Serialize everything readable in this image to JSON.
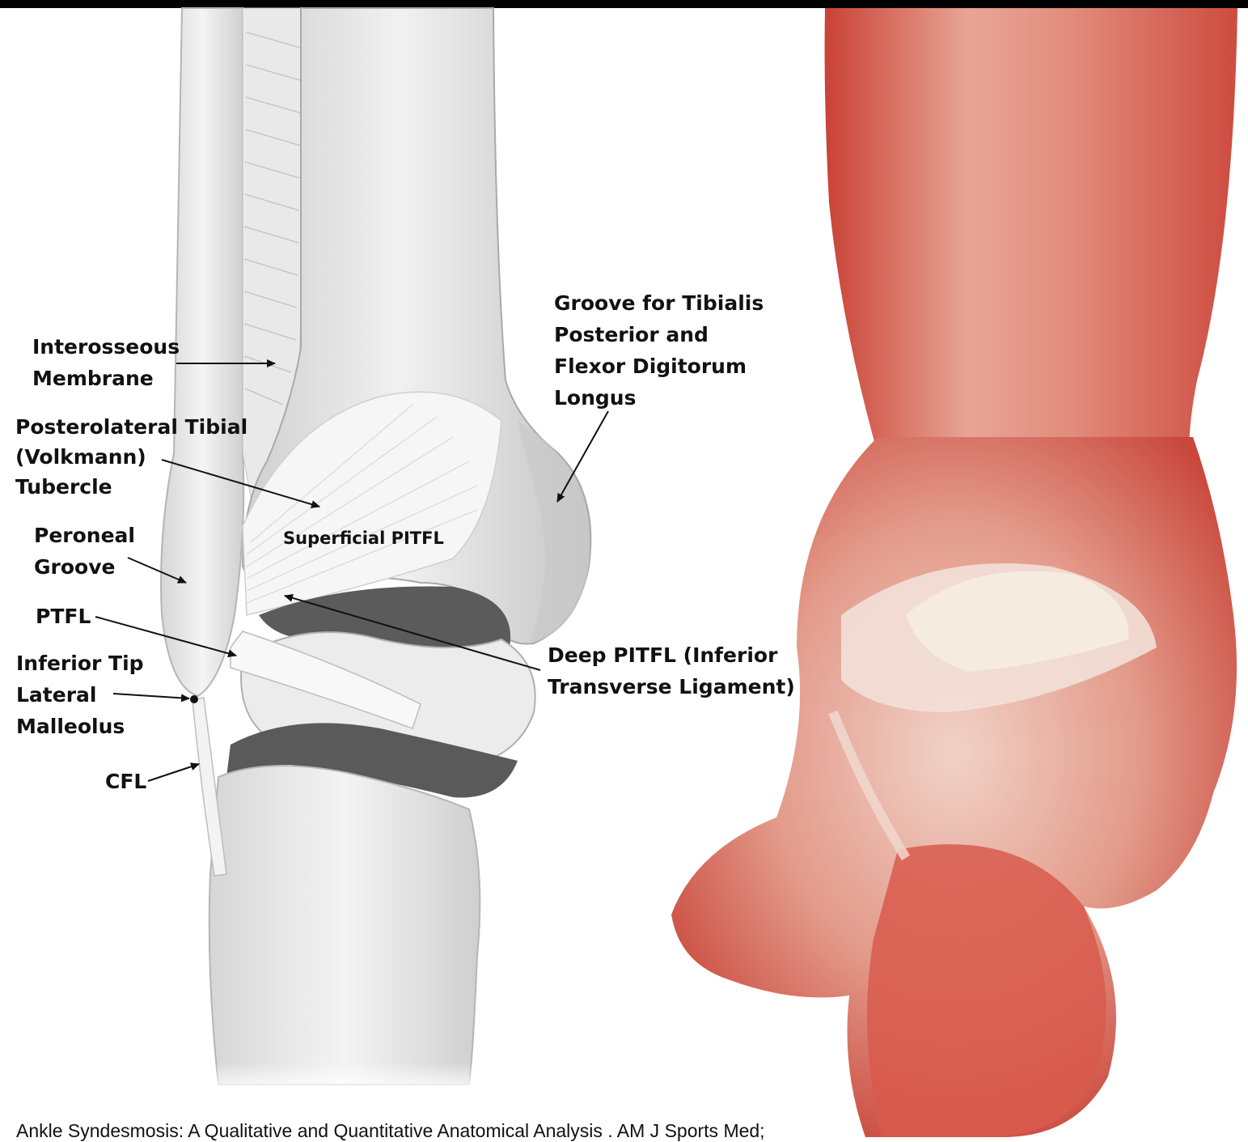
{
  "labels": {
    "interosseous_membrane": [
      "Interosseous",
      "Membrane"
    ],
    "posterolateral_tibial_tubercle": [
      "Posterolateral Tibial",
      "(Volkmann)",
      "Tubercle"
    ],
    "peroneal_groove": [
      "Peroneal",
      "Groove"
    ],
    "ptfl": [
      "PTFL"
    ],
    "inferior_tip_lateral_malleolus": [
      "Inferior Tip",
      "Lateral",
      "Malleolus"
    ],
    "cfl": [
      "CFL"
    ],
    "superficial_pitfl": [
      "Superficial PITFL"
    ],
    "groove_tibialis_posterior": [
      "Groove for Tibialis",
      "Posterior and",
      "Flexor Digitorum",
      "Longus"
    ],
    "deep_pitfl": [
      "Deep PITFL (Inferior",
      "Transverse Ligament)"
    ]
  },
  "citation": "Ankle Syndesmosis: A Qualitative and Quantitative Anatomical Analysis . AM J Sports Med;",
  "colors": {
    "background": "#ffffff",
    "illustration_bone": "#dcdcdc",
    "illustration_ligament": "#f4f4f4",
    "illustration_cartilage": "#555555",
    "specimen_tissue": "#d9776a",
    "specimen_ligament": "#f2e0d8",
    "label_text": "#111111"
  }
}
